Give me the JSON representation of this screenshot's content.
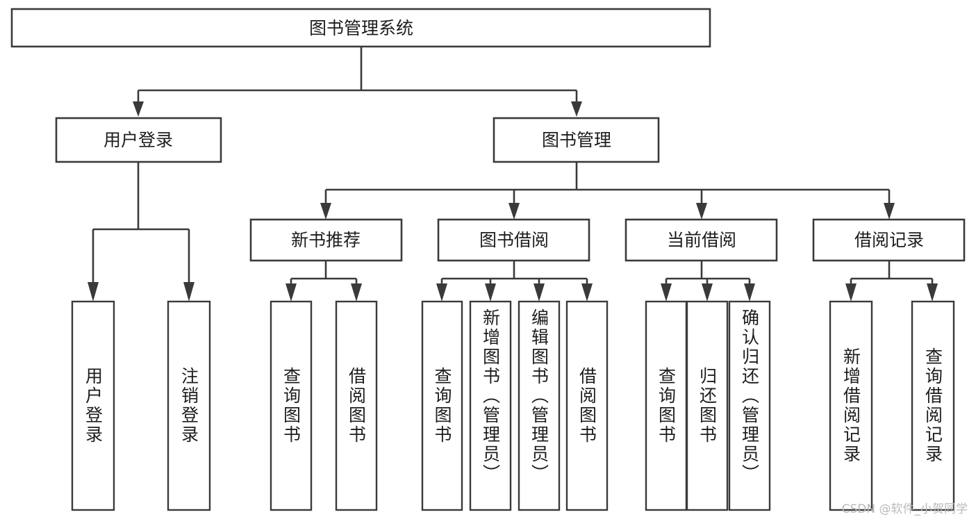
{
  "diagram": {
    "title": "图书管理系统",
    "type": "tree",
    "watermark": "CSDN @软件_小贺同学",
    "colors": {
      "background": "#ffffff",
      "box_stroke": "#3a3a3a",
      "box_fill": "#ffffff",
      "text": "#1d1d1d",
      "connector": "#3a3a3a",
      "watermark": "#b9b9b9"
    },
    "levels": {
      "root": {
        "label": "图书管理系统"
      },
      "level2": [
        {
          "label": "用户登录"
        },
        {
          "label": "图书管理"
        }
      ],
      "level3": [
        {
          "label": "新书推荐"
        },
        {
          "label": "图书借阅"
        },
        {
          "label": "当前借阅"
        },
        {
          "label": "借阅记录"
        }
      ],
      "leaves": [
        {
          "label": "用户登录",
          "parent": "用户登录"
        },
        {
          "label": "注销登录",
          "parent": "用户登录"
        },
        {
          "label": "查询图书",
          "parent": "新书推荐"
        },
        {
          "label": "借阅图书",
          "parent": "新书推荐"
        },
        {
          "label": "查询图书",
          "parent": "图书借阅"
        },
        {
          "label": "新增图书（管理员）",
          "parent": "图书借阅"
        },
        {
          "label": "编辑图书（管理员）",
          "parent": "图书借阅"
        },
        {
          "label": "借阅图书",
          "parent": "图书借阅"
        },
        {
          "label": "查询图书",
          "parent": "当前借阅"
        },
        {
          "label": "归还图书",
          "parent": "当前借阅"
        },
        {
          "label": "确认归还（管理员）",
          "parent": "当前借阅"
        },
        {
          "label": "新增借阅记录",
          "parent": "借阅记录"
        },
        {
          "label": "查询借阅记录",
          "parent": "借阅记录"
        }
      ]
    }
  }
}
